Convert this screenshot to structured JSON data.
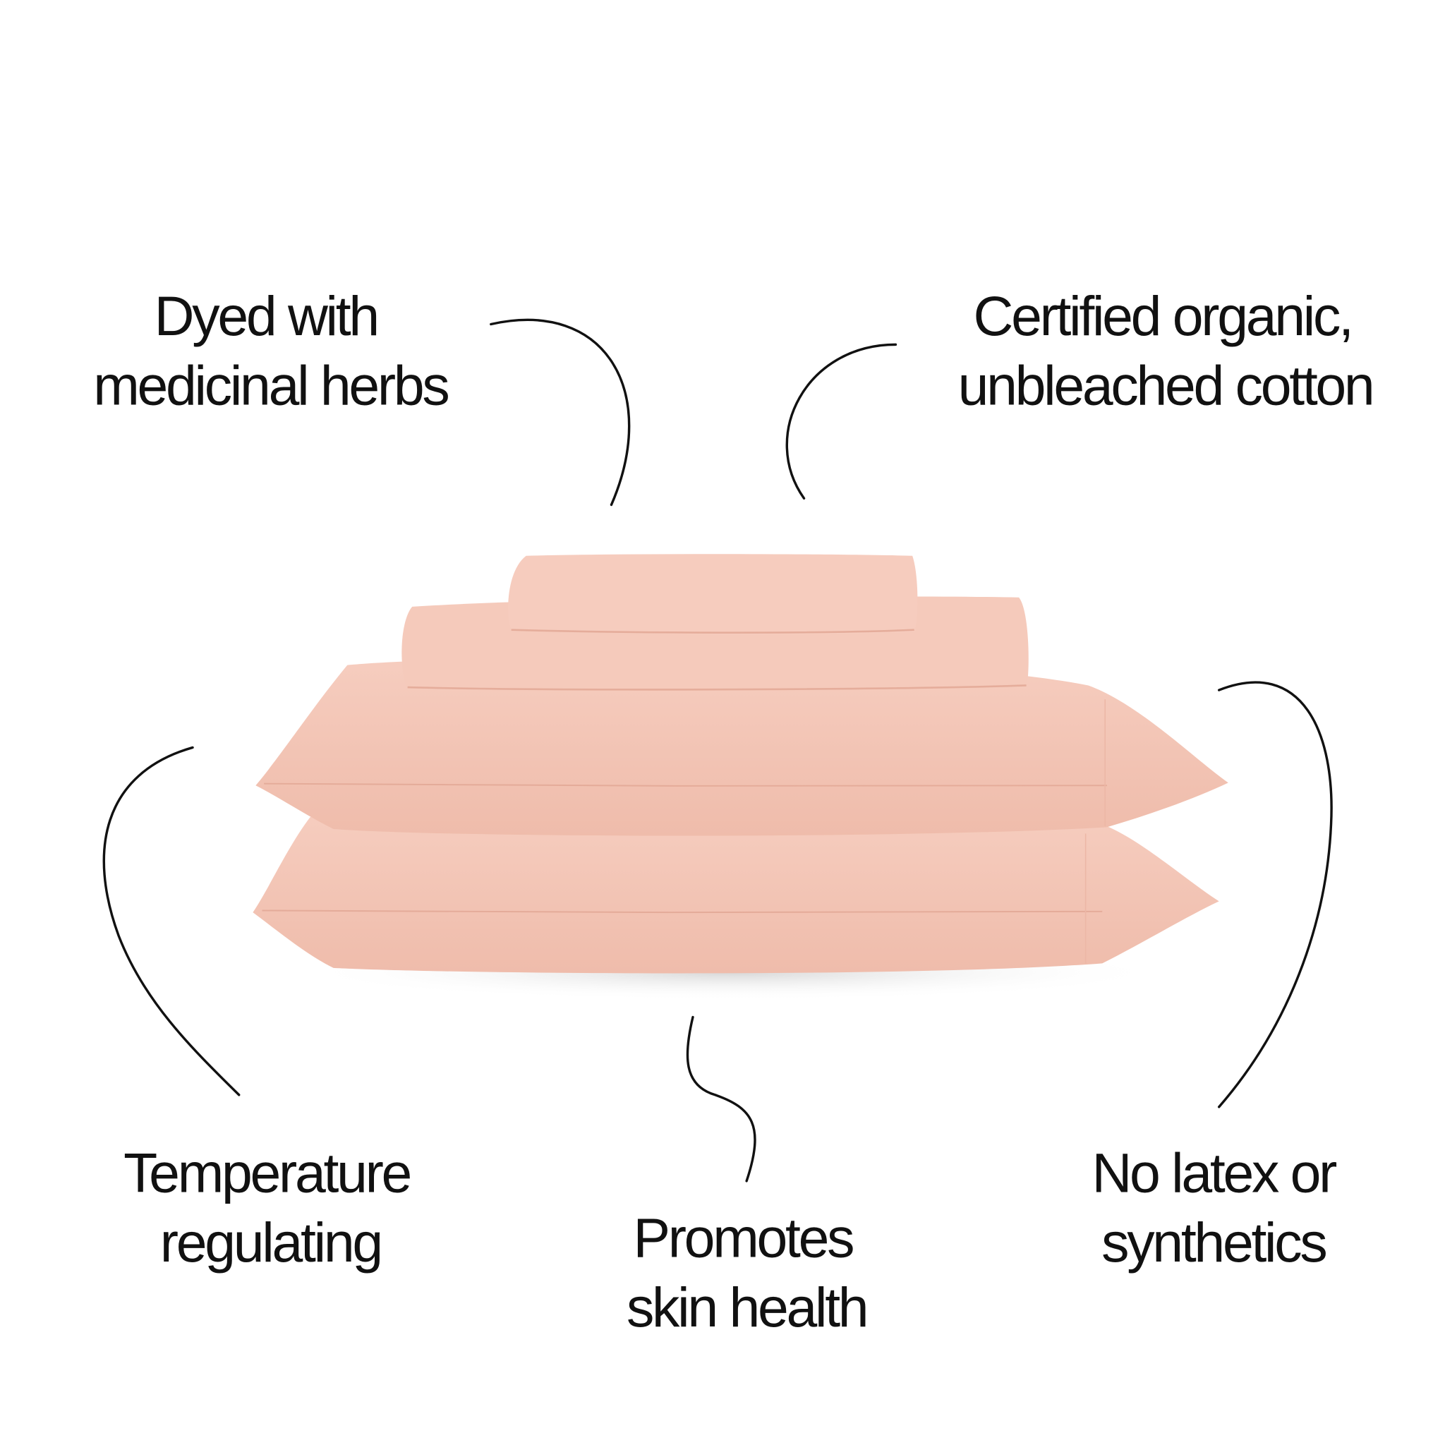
{
  "colors": {
    "background": "#ffffff",
    "text": "#111111",
    "fabric": "#f4c6b6",
    "fabric_shadow": "#e6ad9c",
    "fabric_highlight": "#f8d3c6"
  },
  "features": [
    {
      "line1": "Dyed with",
      "line2": "medicinal herbs"
    },
    {
      "line1": "Certified  organic,",
      "line2": "unbleached cotton"
    },
    {
      "line1": "Temperature",
      "line2": "regulating"
    },
    {
      "line1": "Promotes",
      "line2": "skin health"
    },
    {
      "line1": "No latex or",
      "line2": "synthetics"
    }
  ],
  "product": {
    "image": "pink-sheet-set-and-pillowcases"
  }
}
